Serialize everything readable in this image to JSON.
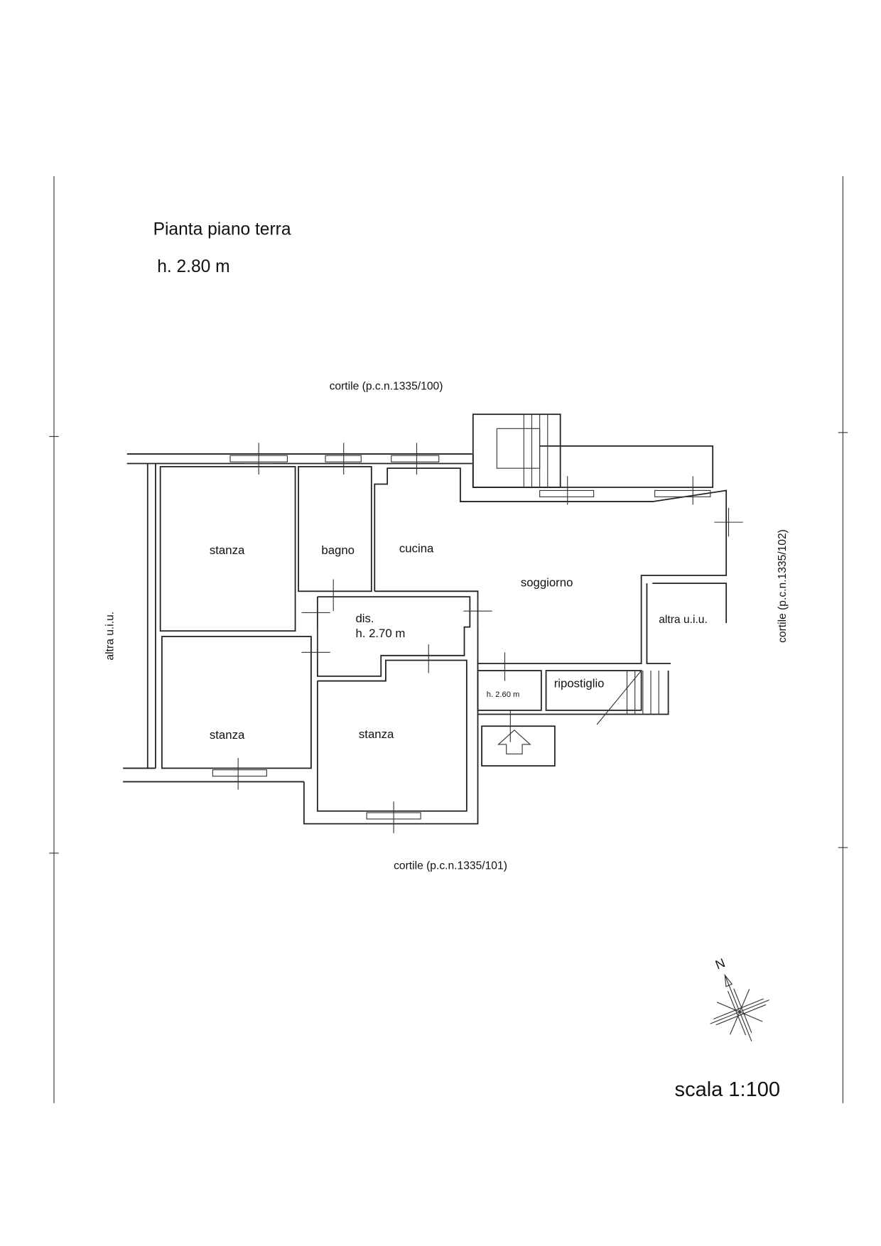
{
  "title": "Pianta piano terra",
  "height_main": "h. 2.80 m",
  "surroundings": {
    "north": "cortile (p.c.n.1335/100)",
    "south": "cortile (p.c.n.1335/101)",
    "east": "cortile (p.c.n.1335/102)",
    "west": "altra u.i.u."
  },
  "rooms": {
    "stanza_1": "stanza",
    "bagno": "bagno",
    "cucina": "cucina",
    "soggiorno": "soggiorno",
    "dis": "dis.",
    "dis_height": "h. 2.70 m",
    "altra_uiu": "altra u.i.u.",
    "small_height": "h. 2.60 m",
    "ripostiglio": "ripostiglio",
    "stanza_2": "stanza",
    "stanza_3": "stanza"
  },
  "north_label": "N",
  "scale": "scala 1:100"
}
